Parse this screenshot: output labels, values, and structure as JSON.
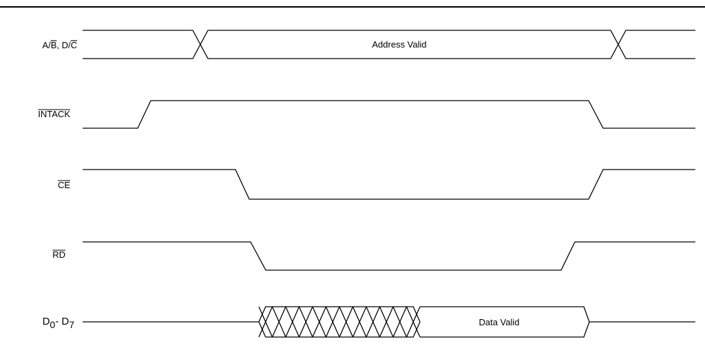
{
  "signals": [
    {
      "id": "ab_dc",
      "label_parts": [
        {
          "text": "A/",
          "over": false
        },
        {
          "text": "B",
          "over": true
        },
        {
          "text": ", D/",
          "over": false
        },
        {
          "text": "C",
          "over": true
        }
      ],
      "annotation": "Address Valid"
    },
    {
      "id": "intack",
      "label_parts": [
        {
          "text": "INTACK",
          "over": true
        }
      ]
    },
    {
      "id": "ce",
      "label_parts": [
        {
          "text": "CE",
          "over": true
        }
      ]
    },
    {
      "id": "rd",
      "label_parts": [
        {
          "text": "RD",
          "over": true
        }
      ]
    },
    {
      "id": "data",
      "label_parts": [
        {
          "text": "D",
          "over": false
        },
        {
          "text": "0",
          "sub": true
        },
        {
          "text": "- D",
          "over": false
        },
        {
          "text": "7",
          "sub": true
        }
      ],
      "annotation": "Data Valid"
    }
  ]
}
